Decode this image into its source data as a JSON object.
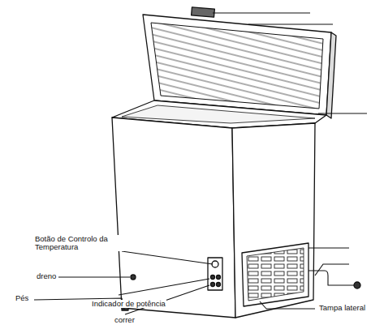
{
  "diagram": {
    "labels": [
      "Botão de Controlo da Temperatura",
      "dreno",
      "Pés",
      "Indicador de potência",
      "correr",
      "Tampa lateral"
    ]
  }
}
